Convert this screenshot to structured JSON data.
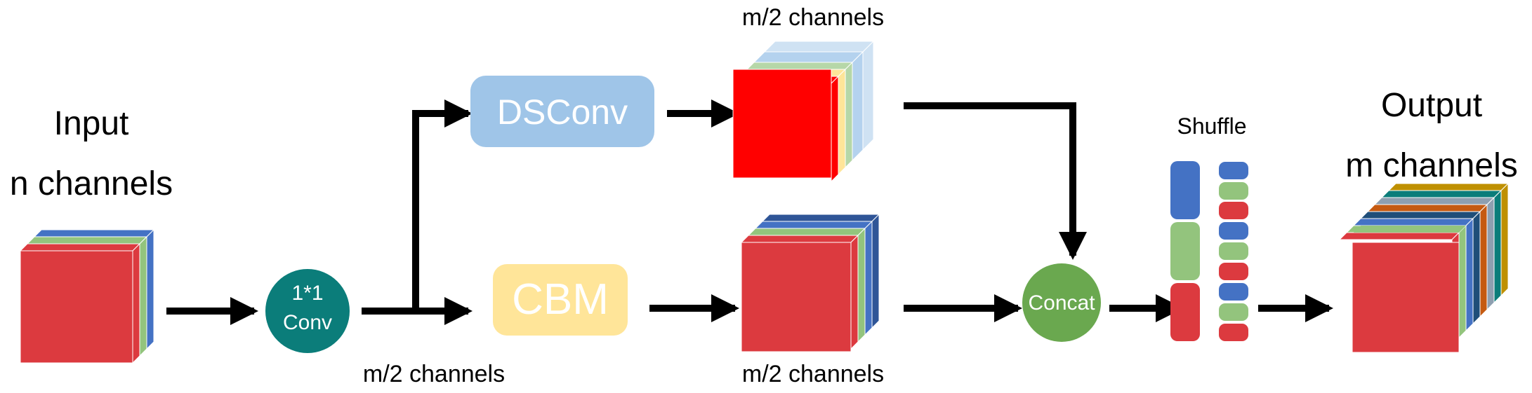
{
  "labels": {
    "input_line1": "Input",
    "input_line2": "n channels",
    "conv_line1": "1*1",
    "conv_line2": "Conv",
    "conv_out": "m/2 channels",
    "dsconv": "DSConv",
    "cbm": "CBM",
    "top_cube": "m/2 channels",
    "bottom_cube": "m/2 channels",
    "concat": "Concat",
    "shuffle": "Shuffle",
    "output_line1": "Output",
    "output_line2": "m channels"
  },
  "colors": {
    "red": "#dc3a3f",
    "bright_red": "#ff0000",
    "blue": "#4472c4",
    "green": "#93c47d",
    "teal": "#0b7d7a",
    "dsconv": "#9fc5e8",
    "cbm": "#ffe599",
    "concat": "#6aa84f"
  }
}
